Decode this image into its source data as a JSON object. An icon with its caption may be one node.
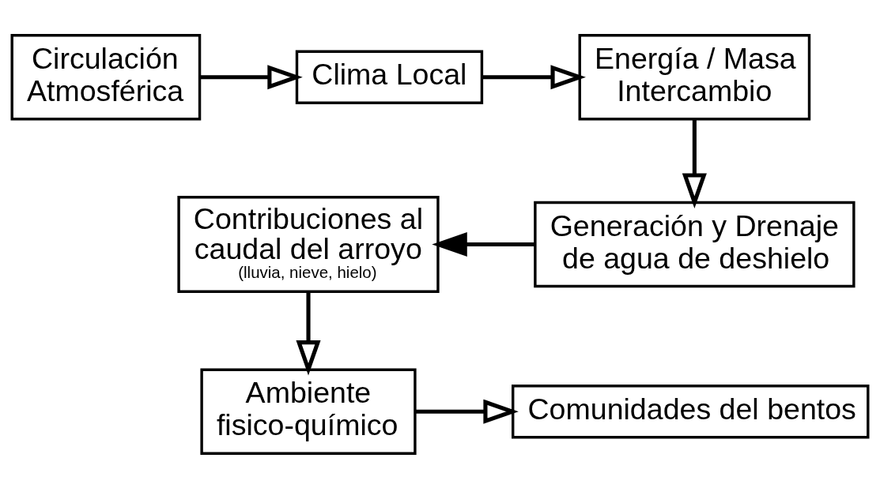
{
  "diagram": {
    "nodes": [
      {
        "text": [
          "Circulación Atmosférica"
        ]
      },
      {
        "text": [
          "Clima Local"
        ]
      },
      {
        "text": [
          "Energía / Masa Intercambio"
        ]
      },
      {
        "text": [
          "Generación y Drenaje de agua de deshielo"
        ]
      },
      {
        "text": [
          "Contribuciones al caudal del arroyo",
          "(lluvia, nieve, hielo)"
        ]
      },
      {
        "text": [
          "Ambiente fisico-químico"
        ]
      },
      {
        "text": [
          "Comunidades del bentos"
        ]
      }
    ],
    "edges": [
      {
        "from": 0,
        "to": 1,
        "arrow": "to"
      },
      {
        "from": 1,
        "to": 2,
        "arrow": "to"
      },
      {
        "from": 2,
        "to": 3,
        "arrow": "to"
      },
      {
        "from": 3,
        "to": 4,
        "arrow": "to"
      },
      {
        "from": 4,
        "to": 5,
        "arrow": "to"
      },
      {
        "from": 5,
        "to": 6,
        "arrow": "to"
      }
    ]
  }
}
